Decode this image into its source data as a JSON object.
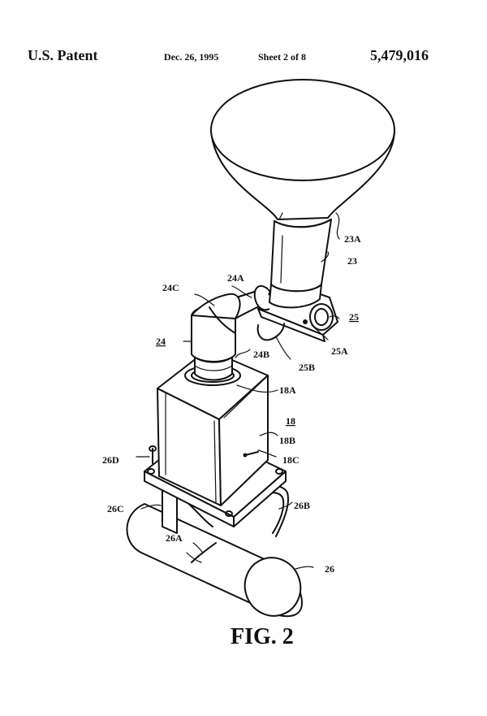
{
  "header": {
    "left": "U.S. Patent",
    "date": "Dec. 26, 1995",
    "sheet": "Sheet 2 of 8",
    "patent_number": "5,479,016"
  },
  "labels": {
    "l23A": "23A",
    "l23": "23",
    "l24A": "24A",
    "l24C": "24C",
    "l25": "25",
    "l24": "24",
    "l24B": "24B",
    "l25A": "25A",
    "l25B": "25B",
    "l18A": "18A",
    "l18": "18",
    "l18B": "18B",
    "l18C": "18C",
    "l26D": "26D",
    "l26C": "26C",
    "l26B": "26B",
    "l26A": "26A",
    "l26": "26"
  },
  "figure_caption": "FIG. 2"
}
